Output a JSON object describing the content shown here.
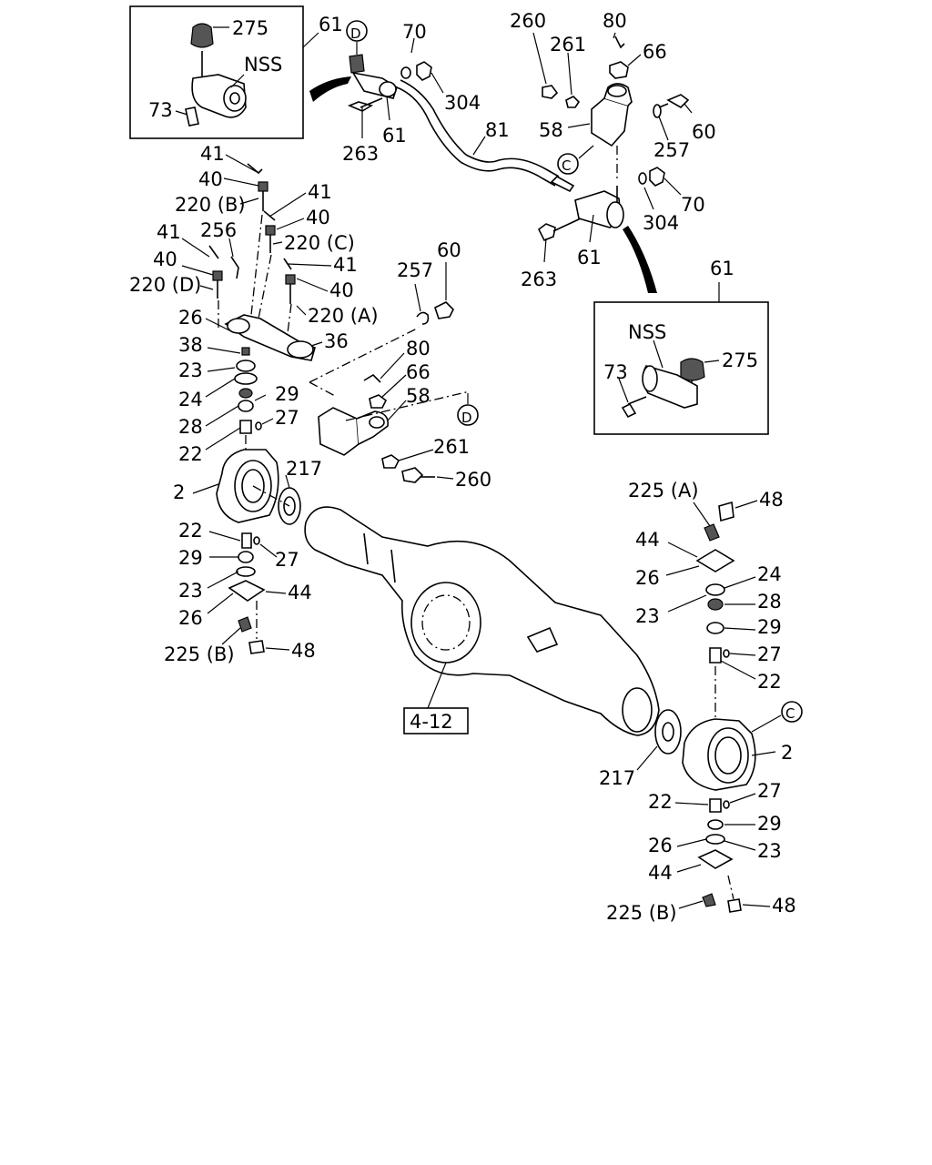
{
  "diagram": {
    "reference_box": "4-12",
    "inset_left": {
      "part": "61",
      "nss": "NSS",
      "top": "275",
      "bottom": "73"
    },
    "inset_right": {
      "part": "61",
      "nss": "NSS",
      "top": "275",
      "bottom": "73"
    },
    "circle_markers": {
      "d_top": "D",
      "d_mid": "D",
      "c_top": "C",
      "c_right": "C"
    },
    "callouts": {
      "tr_61_inset": "61",
      "tr_70": "70",
      "tr_304": "304",
      "tr_263": "263",
      "tr_61_end": "61",
      "tr_81": "81",
      "ra_260": "260",
      "ra_261": "261",
      "ra_80": "80",
      "ra_66": "66",
      "ra_58": "58",
      "ra_60": "60",
      "ra_257": "257",
      "rt_70": "70",
      "rt_304": "304",
      "rt_263": "263",
      "rt_61": "61",
      "rt_61_inset": "61",
      "dl_41a": "41",
      "dl_40a": "40",
      "dl_220b": "220 (B)",
      "dl_41b": "41",
      "dl_40b": "40",
      "dl_220c": "220 (C)",
      "dl_41c": "41",
      "dl_256": "256",
      "dl_40c": "40",
      "dl_220d": "220 (D)",
      "dl_41d": "41",
      "dl_40d": "40",
      "dl_220a": "220 (A)",
      "dl_26": "26",
      "dl_36": "36",
      "mid_257": "257",
      "mid_60": "60",
      "mid_80": "80",
      "mid_66": "66",
      "mid_58": "58",
      "mid_261": "261",
      "mid_260": "260",
      "lk_38": "38",
      "lk_23": "23",
      "lk_24": "24",
      "lk_29": "29",
      "lk_28": "28",
      "lk_27": "27",
      "lk_22": "22",
      "lk_2": "2",
      "lk_217": "217",
      "lk_22b": "22",
      "lk_29b": "29",
      "lk_27b": "27",
      "lk_23b": "23",
      "lk_44": "44",
      "lk_26b": "26",
      "lk_225b": "225 (B)",
      "lk_48": "48",
      "rk_225a": "225 (A)",
      "rk_48": "48",
      "rk_44": "44",
      "rk_26": "26",
      "rk_24": "24",
      "rk_23": "23",
      "rk_28": "28",
      "rk_29": "29",
      "rk_27": "27",
      "rk_22": "22",
      "rk_2": "2",
      "rk_217": "217",
      "rk_22b": "22",
      "rk_27b": "27",
      "rk_29b": "29",
      "rk_26b": "26",
      "rk_23b": "23",
      "rk_44b": "44",
      "rk_225b": "225 (B)",
      "rk_48b": "48"
    }
  }
}
